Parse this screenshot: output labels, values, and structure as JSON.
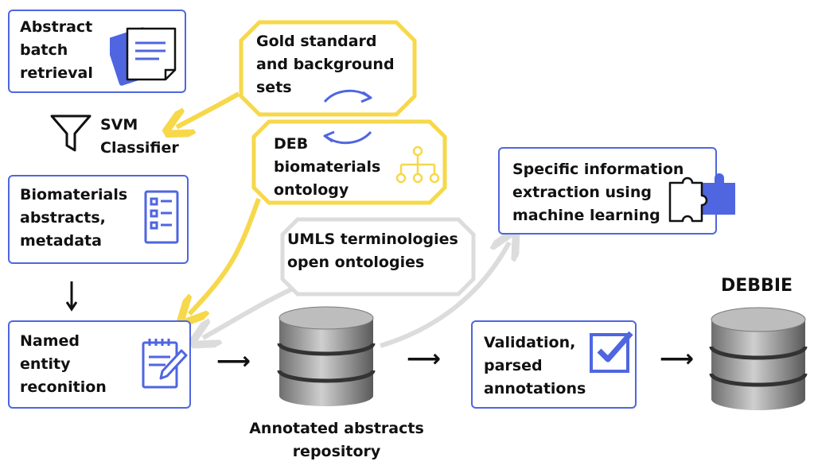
{
  "nodes": {
    "abstract_batch": "Abstract\nbatch\nretrieval",
    "svm": "SVM\nClassifier",
    "gold_standard": "Gold standard\nand background\nsets",
    "deb_ontology": "DEB\nbiomaterials\nontology",
    "biomaterials_abstracts": "Biomaterials\nabstracts,\nmetadata",
    "umls": "UMLS terminologies\nopen ontologies",
    "specific_info": "Specific information\nextraction using\nmachine learning",
    "ner": "Named\nentity\nreconition",
    "annotated_repo": "Annotated abstracts\nrepository",
    "validation": "Validation,\nparsed\nannotations",
    "debbie": "DEBBIE"
  },
  "colors": {
    "accent_blue": "#4f66e0",
    "gold": "#f6d84a",
    "grey_outline": "#d9d9d9",
    "database": "#8e8e8e"
  }
}
